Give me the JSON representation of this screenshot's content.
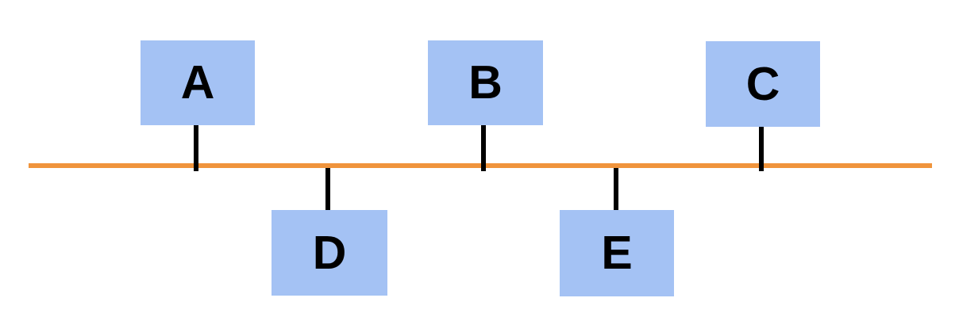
{
  "diagram": {
    "type": "bus-network-topology",
    "colors": {
      "background": "#ffffff",
      "node_fill": "#A4C2F4",
      "bus_line": "#F0943C",
      "connector": "#000000",
      "label_text": "#000000"
    },
    "bus": {
      "orientation": "horizontal"
    },
    "nodes": [
      {
        "label": "A",
        "position": "above-bus"
      },
      {
        "label": "B",
        "position": "above-bus"
      },
      {
        "label": "C",
        "position": "above-bus"
      },
      {
        "label": "D",
        "position": "below-bus"
      },
      {
        "label": "E",
        "position": "below-bus"
      }
    ]
  }
}
